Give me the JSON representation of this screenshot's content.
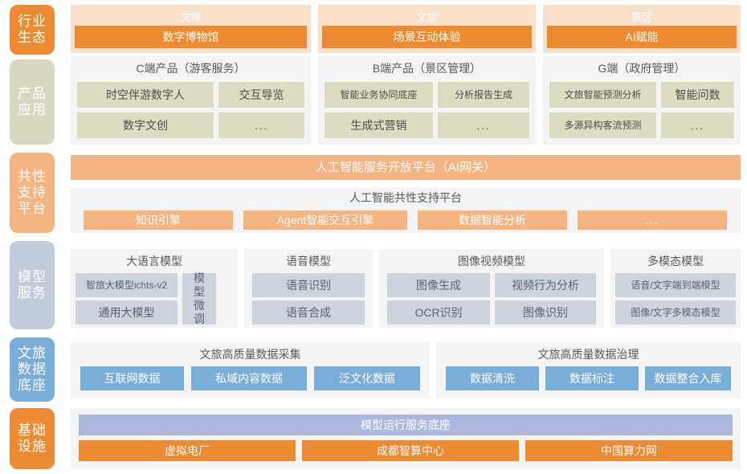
{
  "colors": {
    "orange": "#ed8b33",
    "light_orange": "#f5b583",
    "peach": "#f8e0cd",
    "khaki": "#dcdcc3",
    "khaki_rail": "#d9d9c3",
    "steel": "#ccd3dd",
    "steel_rail": "#c2cbda",
    "blue": "#78aed8",
    "lavender": "#aeb8dd",
    "panel_grey": "#f4f4f4"
  },
  "rail": [
    {
      "id": "industry-ecosystem",
      "lines": [
        "行业",
        "生态"
      ],
      "color": "#ed8b33"
    },
    {
      "id": "product-application",
      "lines": [
        "产品",
        "应用"
      ],
      "color": "#d9d9c3"
    },
    {
      "id": "common-support-platform",
      "lines": [
        "共性",
        "支持",
        "平台"
      ],
      "color": "#f5b583"
    },
    {
      "id": "model-service",
      "lines": [
        "模型",
        "服务"
      ],
      "color": "#c2cbda"
    },
    {
      "id": "culture-tourism-data-base",
      "lines": [
        "文旅",
        "数据",
        "底座"
      ],
      "color": "#78aed8"
    },
    {
      "id": "infrastructure",
      "lines": [
        "基础",
        "设施"
      ],
      "color": "#ed8b33"
    }
  ],
  "ecosystem": [
    {
      "head": "文博",
      "bar": "数字博物馆"
    },
    {
      "head": "文旅",
      "bar": "场景互动体验"
    },
    {
      "head": "景区",
      "bar": "AI赋能"
    }
  ],
  "products": [
    {
      "title": "C端产品（游客服务）",
      "items": [
        "时空伴游数字人",
        "交互导览",
        "数字文创",
        "..."
      ]
    },
    {
      "title": "B端产品（景区管理）",
      "items": [
        "智能业务协同底座",
        "分析报告生成",
        "生成式营销",
        "..."
      ]
    },
    {
      "title": "G端（政府管理）",
      "items": [
        "文旅智能预测分析",
        "智能问数",
        "多源异构客流预测",
        "..."
      ]
    }
  ],
  "ai_gateway": {
    "label": "人工智能服务开放平台（AI网关）"
  },
  "common_platform": {
    "title": "人工智能共性支持平台",
    "items": [
      "知识引擎",
      "Agent智能交互引擎",
      "数据智能分析",
      "..."
    ]
  },
  "model_service": [
    {
      "title": "大语言模型",
      "items": [
        "智旅大模型ichts-v2",
        "通用大模型"
      ],
      "side": "模型微调"
    },
    {
      "title": "语音模型",
      "items": [
        "语音识别",
        "语音合成"
      ]
    },
    {
      "title": "图像视频模型",
      "items": [
        "图像生成",
        "视频行为分析",
        "OCR识别",
        "图像识别"
      ]
    },
    {
      "title": "多模态模型",
      "items": [
        "语音/文字端到端模型",
        "图像/文字多模态模型"
      ]
    }
  ],
  "data_base": [
    {
      "title": "文旅高质量数据采集",
      "items": [
        "互联网数据",
        "私域内容数据",
        "泛文化数据"
      ]
    },
    {
      "title": "文旅高质量数据治理",
      "items": [
        "数据清洗",
        "数据标注",
        "数据整合入库"
      ]
    }
  ],
  "infrastructure": {
    "runtime_bar": "模型运行服务底座",
    "items": [
      "虚拟电厂",
      "成都智算中心",
      "中国算力网"
    ]
  }
}
